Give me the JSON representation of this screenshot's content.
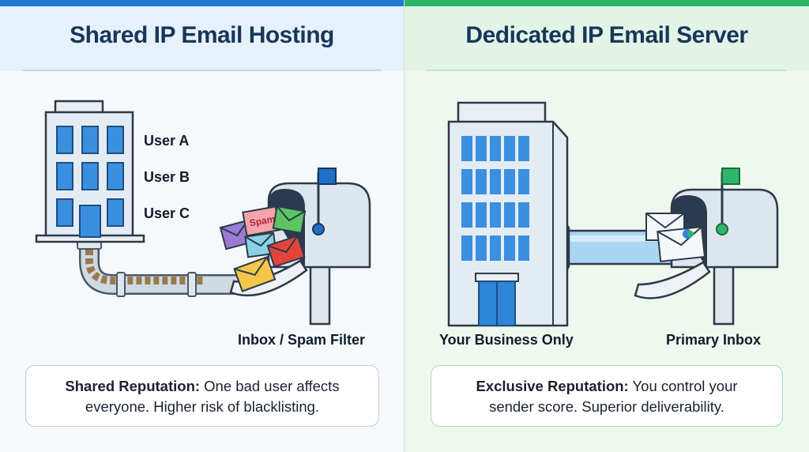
{
  "left_panel": {
    "title": "Shared IP Email Hosting",
    "users": [
      "User A",
      "User B",
      "User C"
    ],
    "mailbox_label": "Inbox / Spam Filter",
    "envelope_tag": "Spam",
    "card_bold": "Shared Reputation:",
    "card_line1": "One bad user affects",
    "card_line2": "everyone. Higher risk of blacklisting."
  },
  "right_panel": {
    "title": "Dedicated IP Email Server",
    "building_label": "Your Business Only",
    "mailbox_label": "Primary Inbox",
    "card_bold": "Exclusive Reputation:",
    "card_line1": "You control your",
    "card_line2": "sender score. Superior deliverability."
  },
  "colors": {
    "shared_accent": "#1f7ad3",
    "dedicated_accent": "#2fb56a",
    "title": "#173659",
    "window": "#3b8fe0"
  }
}
